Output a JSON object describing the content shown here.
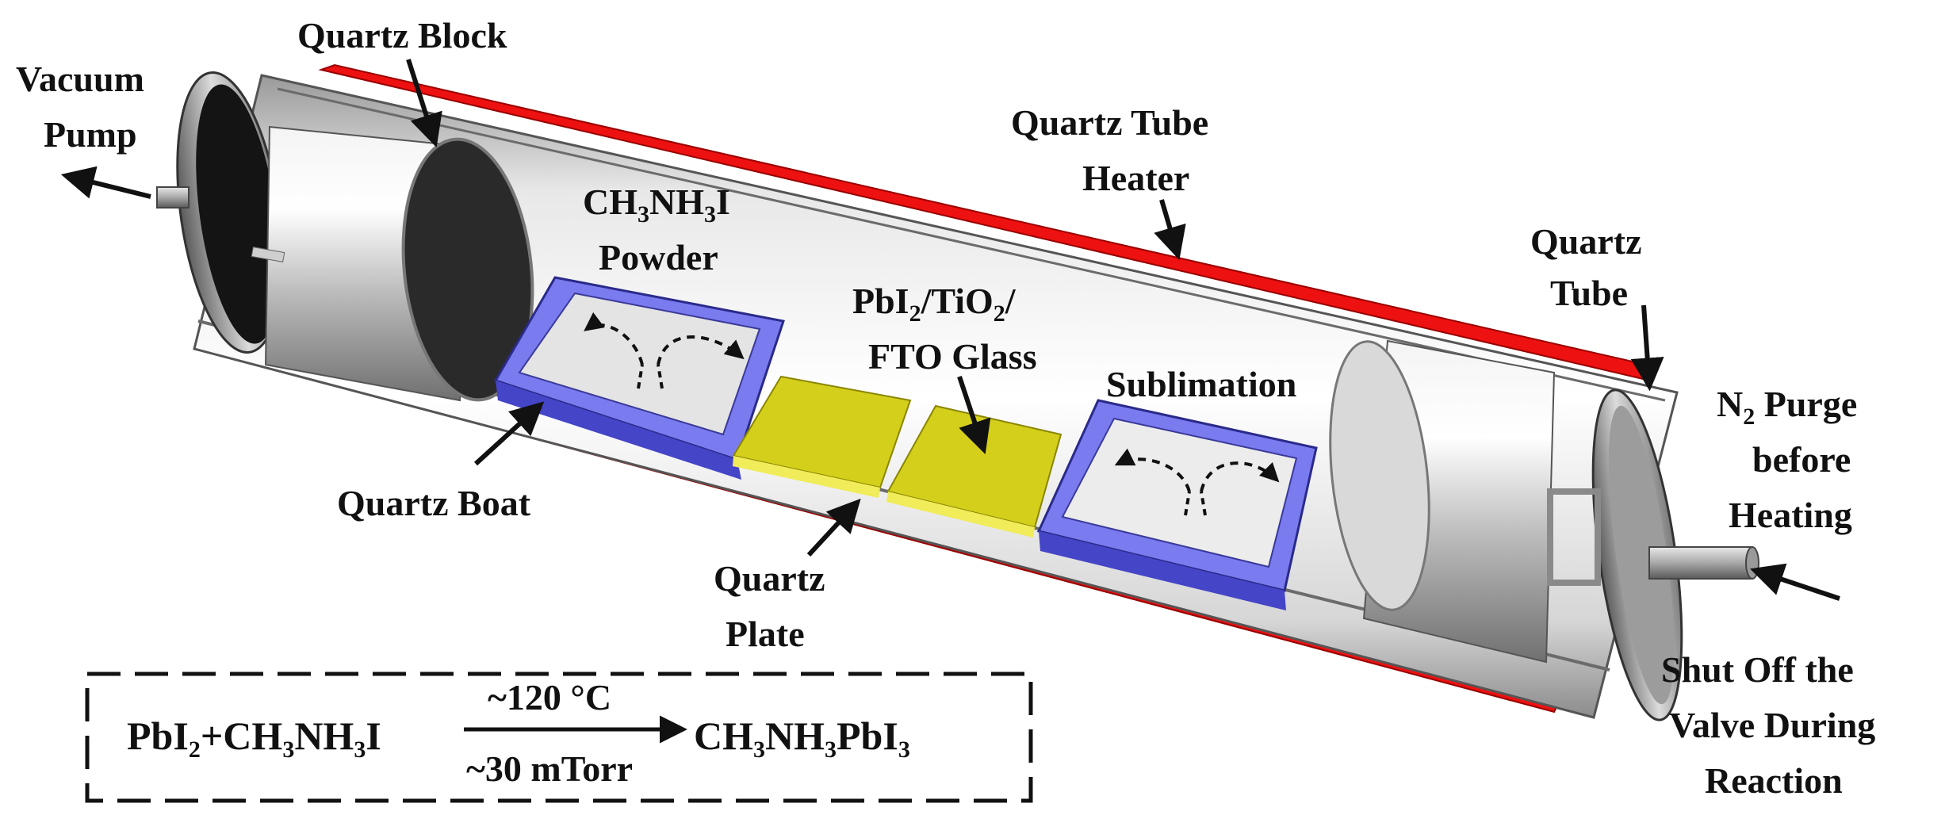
{
  "labels": {
    "vacuum_line1": "Vacuum",
    "vacuum_line2": "Pump",
    "quartz_block": "Quartz Block",
    "tube_heater_line1": "Quartz Tube",
    "tube_heater_line2": "Heater",
    "quartz_tube_line1": "Quartz",
    "quartz_tube_line2": "Tube",
    "mai_formula": {
      "a": "CH",
      "b": "3",
      "c": "NH",
      "d": "3",
      "e": "I"
    },
    "mai_powder": "Powder",
    "substrate_formula": {
      "a": "PbI",
      "b": "2",
      "c": "/TiO",
      "d": "2",
      "e": "/"
    },
    "substrate_line2": "FTO Glass",
    "sublimation": "Sublimation",
    "n2_formula": {
      "a": "N",
      "b": "2",
      "c": " Purge"
    },
    "n2_line2": "before",
    "n2_line3": "Heating",
    "quartz_boat": "Quartz Boat",
    "quartz_plate_line1": "Quartz",
    "quartz_plate_line2": "Plate",
    "shutoff_line1": "Shut Off the",
    "shutoff_line2": "Valve During",
    "shutoff_line3": "Reaction"
  },
  "equation": {
    "reactants": {
      "a": "PbI",
      "b": "2",
      "c": "+CH",
      "d": "3",
      "e": "NH",
      "f": "3",
      "g": "I"
    },
    "temperature": "~120 °C",
    "pressure": "~30 mTorr",
    "product": {
      "a": "CH",
      "b": "3",
      "c": "NH",
      "d": "3",
      "e": "PbI",
      "f": "3"
    }
  },
  "colors": {
    "heater": "#ee1111",
    "boat": "#7b7bf0",
    "substrate": "#d4cf1a",
    "tube_metal": "#c8c8c8",
    "text": "#111111"
  }
}
